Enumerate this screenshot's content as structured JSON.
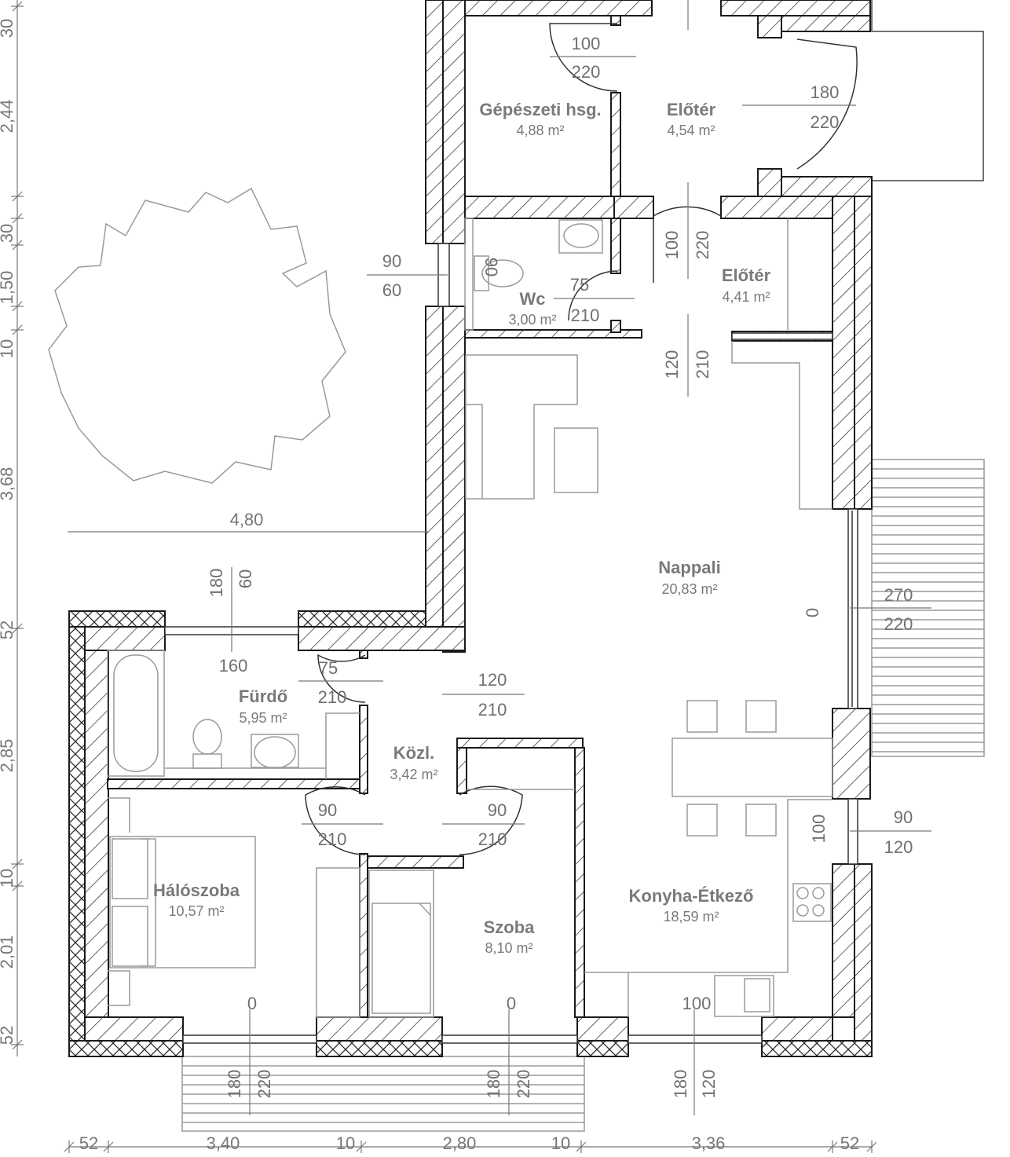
{
  "rooms": [
    {
      "name": "Gépészeti hsg.",
      "area": "4,88 m²"
    },
    {
      "name": "Előtér",
      "area": "4,54 m²"
    },
    {
      "name": "Előtér",
      "area": "4,41 m²"
    },
    {
      "name": "Wc",
      "area": "3,00 m²"
    },
    {
      "name": "Nappali",
      "area": "20,83 m²"
    },
    {
      "name": "Fürdő",
      "area": "5,95 m²"
    },
    {
      "name": "Közl.",
      "area": "3,42 m²"
    },
    {
      "name": "Hálószoba",
      "area": "10,57 m²"
    },
    {
      "name": "Szoba",
      "area": "8,10 m²"
    },
    {
      "name": "Konyha-Étkező",
      "area": "18,59 m²"
    }
  ],
  "openings": [
    {
      "w": "100",
      "h": "220"
    },
    {
      "w": "180",
      "h": "220"
    },
    {
      "w": "90",
      "h": "60"
    },
    {
      "w": "75",
      "h": "210"
    },
    {
      "w": "100",
      "h": "220"
    },
    {
      "w": "120",
      "h": "210"
    },
    {
      "w": "180",
      "h": "60"
    },
    {
      "w": "160",
      "h": ""
    },
    {
      "w": "75",
      "h": "210"
    },
    {
      "w": "120",
      "h": "210"
    },
    {
      "w": "90",
      "h": "210"
    },
    {
      "w": "90",
      "h": "210"
    },
    {
      "w": "270",
      "h": "220"
    },
    {
      "w": "90",
      "h": "120"
    },
    {
      "w": "180",
      "h": "220"
    },
    {
      "w": "180",
      "h": "220"
    },
    {
      "w": "180",
      "h": "120"
    }
  ],
  "sill_marks": [
    "160",
    "0",
    "100",
    "0",
    "0",
    "100"
  ],
  "dimensions": {
    "left": [
      "30",
      "2,44",
      "30",
      "1,50",
      "10",
      "3,68",
      "52",
      "2,85",
      "10",
      "2,01",
      "52"
    ],
    "bottom": [
      "52",
      "3,40",
      "10",
      "2,80",
      "10",
      "3,36",
      "52"
    ],
    "inner": "4,80"
  }
}
